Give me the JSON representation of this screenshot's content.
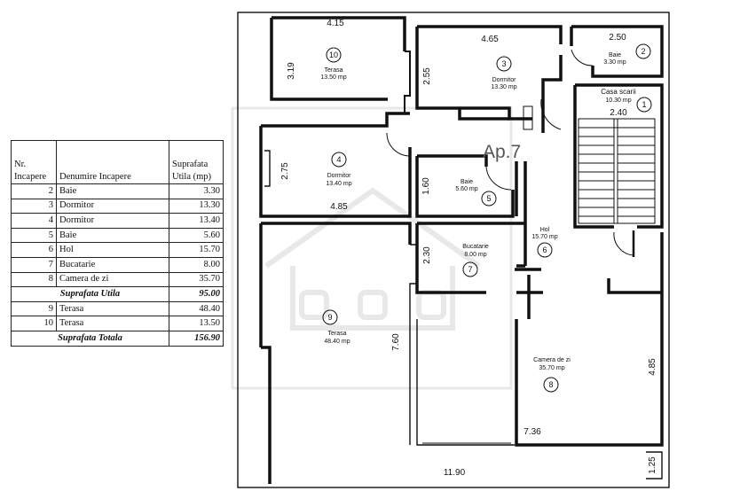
{
  "table": {
    "headers": {
      "nr": [
        "Nr.",
        "Incapere"
      ],
      "name": "Denumire Incapere",
      "area": [
        "Suprafata",
        "Utila (mp)"
      ]
    },
    "rows": [
      {
        "nr": "2",
        "name": "Baie",
        "area": "3.30"
      },
      {
        "nr": "3",
        "name": "Dormitor",
        "area": "13.30"
      },
      {
        "nr": "4",
        "name": "Dormitor",
        "area": "13.40"
      },
      {
        "nr": "5",
        "name": "Baie",
        "area": "5.60"
      },
      {
        "nr": "6",
        "name": "Hol",
        "area": "15.70"
      },
      {
        "nr": "7",
        "name": "Bucatarie",
        "area": "8.00"
      },
      {
        "nr": "8",
        "name": "Camera de zi",
        "area": "35.70"
      }
    ],
    "subtotal": {
      "label": "Suprafata Utila",
      "area": "95.00"
    },
    "terraces": [
      {
        "nr": "9",
        "name": "Terasa",
        "area": "48.40"
      },
      {
        "nr": "10",
        "name": "Terasa",
        "area": "13.50"
      }
    ],
    "total": {
      "label": "Suprafata Totala",
      "area": "156.90"
    }
  },
  "plan": {
    "apartment_label": "Ap.7",
    "rooms": [
      {
        "id": "10",
        "name": "Terasa",
        "area": "13.50 mp"
      },
      {
        "id": "3",
        "name": "Dormitor",
        "area": "13.30 mp"
      },
      {
        "id": "2",
        "name": "Baie",
        "area": "3.30 mp"
      },
      {
        "id": "1",
        "name": "Casa scarii",
        "area": "10.30 mp"
      },
      {
        "id": "4",
        "name": "Dormitor",
        "area": "13.40 mp"
      },
      {
        "id": "5",
        "name": "Baie",
        "area": "5.60 mp"
      },
      {
        "id": "6",
        "name": "Hol",
        "area": "15.70 mp"
      },
      {
        "id": "7",
        "name": "Bucatarie",
        "area": "8.00 mp"
      },
      {
        "id": "9",
        "name": "Terasa",
        "area": "48.40 mp"
      },
      {
        "id": "8",
        "name": "Camera de zi",
        "area": "35.70 mp"
      }
    ],
    "dimensions": {
      "terasa10_width": "4.15",
      "terasa10_height": "3.19",
      "dormitor3_width": "4.65",
      "dormitor3_height": "2.55",
      "baie2_width": "2.50",
      "casa_scarii_width": "2.40",
      "dormitor4_height": "2.75",
      "dormitor4_width": "4.85",
      "baie5_height": "1.60",
      "bucatarie_height": "2.30",
      "terasa9_height": "7.60",
      "camera_width": "7.36",
      "camera_height": "4.85",
      "total_width": "11.90",
      "bottom_height": "1.25"
    }
  }
}
